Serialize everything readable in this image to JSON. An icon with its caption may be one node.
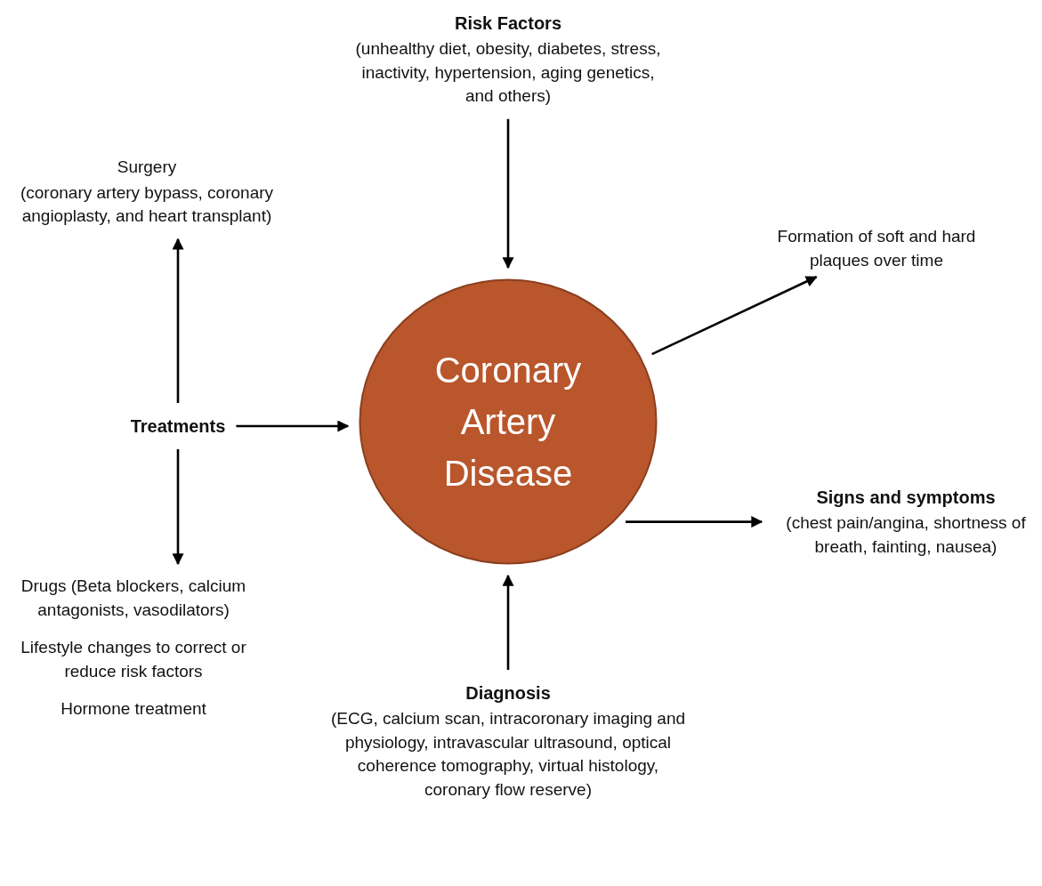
{
  "diagram": {
    "nodes": [
      {
        "text": [
          "Coronary Artery Disease"
        ]
      },
      {
        "text": [
          "Risk Factors",
          "(unhealthy diet, obesity, diabetes, stress, inactivity, hypertension, aging genetics, and others)"
        ]
      },
      {
        "text": [
          "Surgery",
          "(coronary artery bypass, coronary angioplasty, and heart transplant)"
        ]
      },
      {
        "text": [
          "Treatments"
        ]
      },
      {
        "text": [
          "Formation of soft and hard plaques over time"
        ]
      },
      {
        "text": [
          "Signs and symptoms",
          "(chest pain/angina, shortness of breath, fainting, nausea)"
        ]
      },
      {
        "text": [
          "Drugs (Beta blockers, calcium antagonists, vasodilators)",
          "Lifestyle changes to correct or reduce risk factors",
          "Hormone treatment"
        ]
      },
      {
        "text": [
          "Diagnosis",
          "(ECG, calcium scan, intracoronary imaging and physiology, intravascular ultrasound, optical coherence tomography, virtual histology, coronary flow reserve)"
        ]
      }
    ],
    "edges": [
      {
        "from": 1,
        "to": 0,
        "arrow": "to"
      },
      {
        "from": 3,
        "to": 2,
        "arrow": "to"
      },
      {
        "from": 3,
        "to": 0,
        "arrow": "to"
      },
      {
        "from": 3,
        "to": 6,
        "arrow": "to"
      },
      {
        "from": 0,
        "to": 4,
        "arrow": "to"
      },
      {
        "from": 0,
        "to": 5,
        "arrow": "to"
      },
      {
        "from": 7,
        "to": 0,
        "arrow": "to"
      }
    ]
  }
}
